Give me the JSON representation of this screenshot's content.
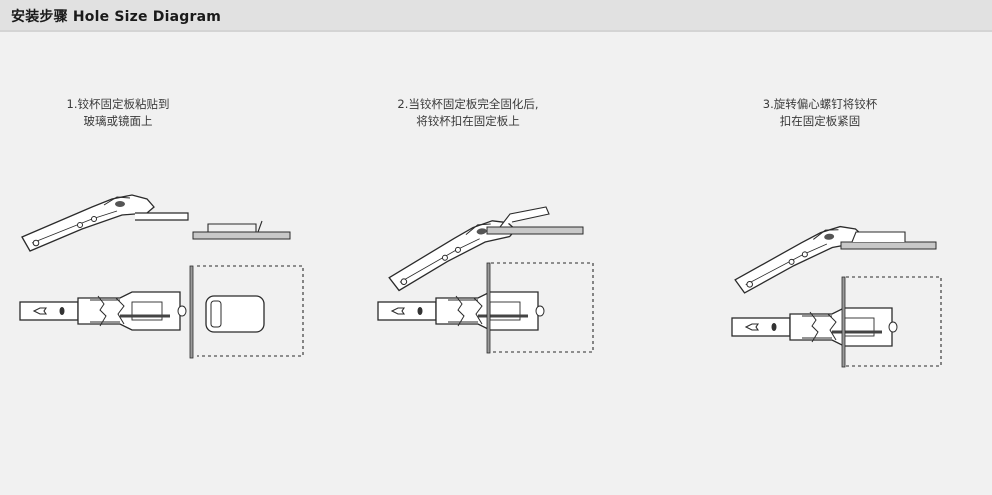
{
  "header": {
    "title": "安装步骤  Hole Size Diagram"
  },
  "steps": [
    {
      "line1": "1.铰杯固定板粘贴到",
      "line2": "玻璃或镜面上"
    },
    {
      "line1": "2.当铰杯固定板完全固化后,",
      "line2": "将铰杯扣在固定板上"
    },
    {
      "line1": "3.旋转偏心螺钉将铰杯",
      "line2": "扣在固定板紧固"
    }
  ],
  "colors": {
    "background": "#f1f1f1",
    "header": "#e1e1e1",
    "line": "#2b2b2b",
    "plate": "#c8c8c8"
  }
}
